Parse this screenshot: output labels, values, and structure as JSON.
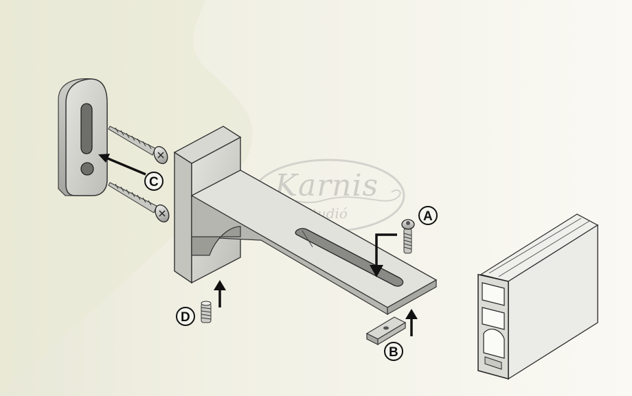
{
  "watermark": {
    "brand": "Karnis",
    "sub": "Studió"
  },
  "callouts": {
    "a": "A",
    "b": "B",
    "c": "C",
    "d": "D"
  },
  "colors": {
    "background": "#f4f3ec",
    "part_light": "#dededa",
    "part_mid": "#b9b9b4",
    "part_dark": "#8f8f8a",
    "outline": "#2a2a2a"
  },
  "icons": [
    "arrow-up-icon",
    "arrow-left-icon",
    "arrow-down-icon"
  ]
}
